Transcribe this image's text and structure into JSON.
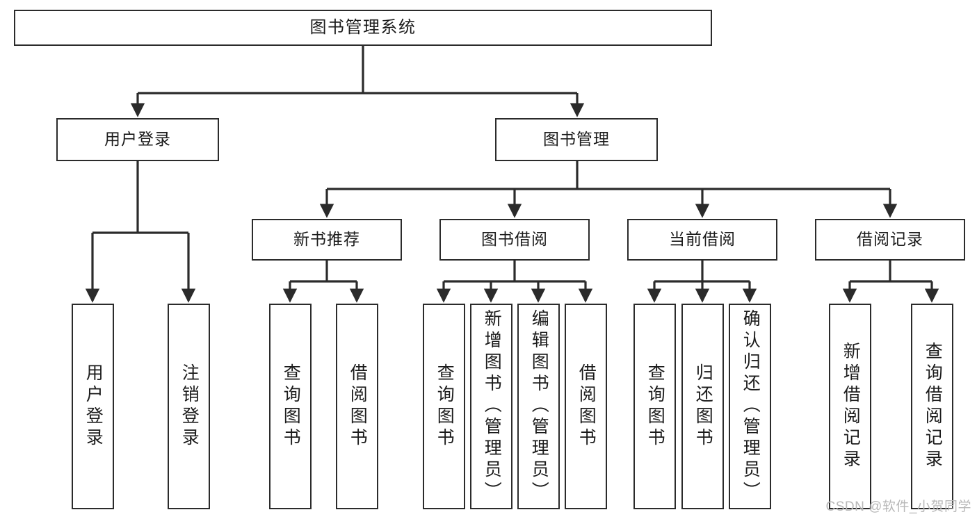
{
  "diagram": {
    "type": "tree-hierarchy",
    "title": "图书管理系统",
    "watermark": "CSDN @软件_小贺同学",
    "colors": {
      "stroke": "#2b2b2b",
      "fill": "#ffffff",
      "text": "#1b1b1b",
      "watermark": "#b8b8b8"
    },
    "nodes": {
      "root": {
        "label": "图书管理系统"
      },
      "level2": [
        {
          "id": "user-login",
          "label": "用户登录"
        },
        {
          "id": "book-manage",
          "label": "图书管理"
        }
      ],
      "level3": [
        {
          "id": "new-book-recommend",
          "label": "新书推荐"
        },
        {
          "id": "book-borrow",
          "label": "图书借阅"
        },
        {
          "id": "current-borrow",
          "label": "当前借阅"
        },
        {
          "id": "borrow-record",
          "label": "借阅记录"
        }
      ],
      "leaves": {
        "user-login": [
          {
            "id": "leaf-user-login",
            "label": "用户登录"
          },
          {
            "id": "leaf-logout",
            "label": "注销登录"
          }
        ],
        "new-book-recommend": [
          {
            "id": "leaf-query-book-1",
            "label": "查询图书"
          },
          {
            "id": "leaf-borrow-book-1",
            "label": "借阅图书"
          }
        ],
        "book-borrow": [
          {
            "id": "leaf-query-book-2",
            "label": "查询图书"
          },
          {
            "id": "leaf-add-book",
            "label": "新增图书（管理员）"
          },
          {
            "id": "leaf-edit-book",
            "label": "编辑图书（管理员）"
          },
          {
            "id": "leaf-borrow-book-2",
            "label": "借阅图书"
          }
        ],
        "current-borrow": [
          {
            "id": "leaf-query-book-3",
            "label": "查询图书"
          },
          {
            "id": "leaf-return-book",
            "label": "归还图书"
          },
          {
            "id": "leaf-confirm-return",
            "label": "确认归还（管理员）"
          }
        ],
        "borrow-record": [
          {
            "id": "leaf-add-record",
            "label": "新增借阅记录"
          },
          {
            "id": "leaf-query-record",
            "label": "查询借阅记录"
          }
        ]
      }
    }
  }
}
